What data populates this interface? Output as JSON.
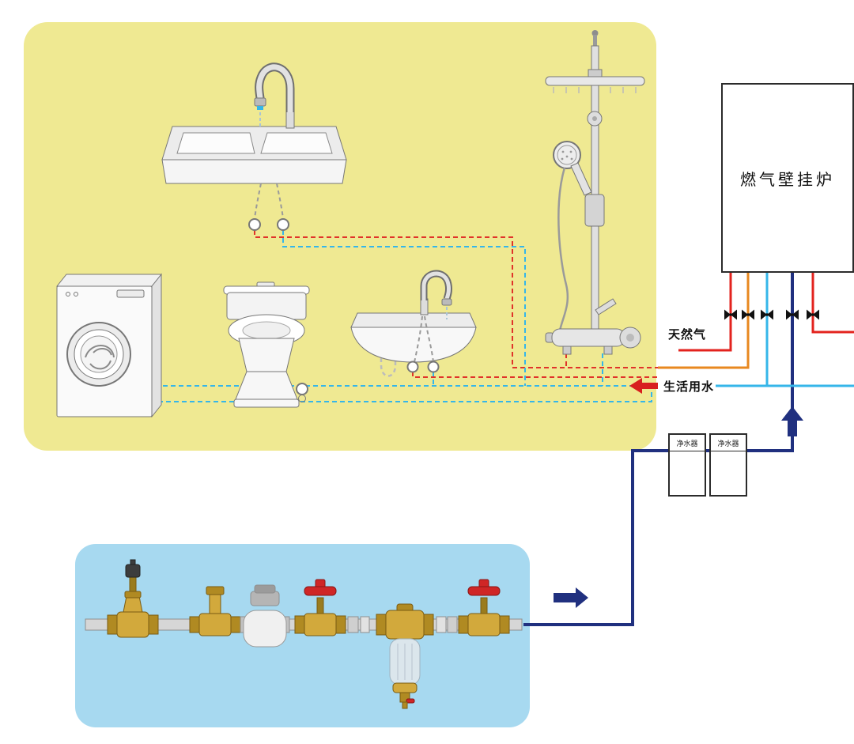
{
  "labels": {
    "boiler": "燃气壁挂炉",
    "gas": "天然气",
    "domestic_water": "生活用水",
    "purifier_left": "净水器",
    "purifier_right": "净水器"
  },
  "colors": {
    "fixtures_bg": "#efe992",
    "inlet_bg": "#a7d9f0",
    "gas": "#e3231e",
    "hot": "#e8881f",
    "hot_dashed": "#e0332a",
    "cold": "#35b6e9",
    "main": "#20307f",
    "heating": "#e3231e",
    "valve": "#111111",
    "brass": "#d2a93c",
    "brass_dark": "#b08a22",
    "handle_red": "#cf2626",
    "flow_arrow": "#d81f1f"
  }
}
